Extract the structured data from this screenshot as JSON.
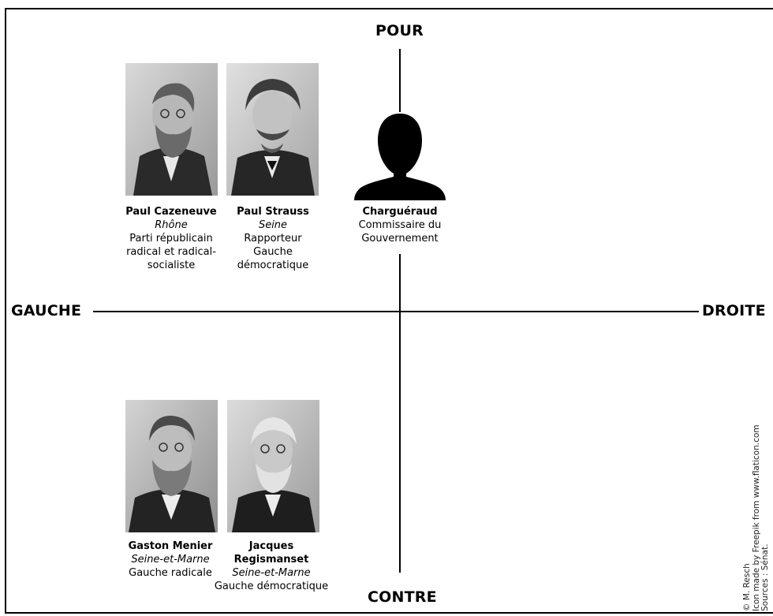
{
  "axes": {
    "top": "POUR",
    "bottom": "CONTRE",
    "left": "GAUCHE",
    "right": "DROITE"
  },
  "persons": [
    {
      "name": "Paul Cazeneuve",
      "department": "Rhône",
      "affiliation": "Parti républicain radical et radical-socialiste",
      "quadrant": "pour-gauche"
    },
    {
      "name": "Paul Strauss",
      "department": "Seine",
      "role": "Rapporteur",
      "affiliation": "Gauche démocratique",
      "quadrant": "pour-gauche"
    },
    {
      "name": "Charguéraud",
      "affiliation": "Commissaire du Gouvernement",
      "quadrant": "pour-centre"
    },
    {
      "name": "Gaston Menier",
      "department": "Seine-et-Marne",
      "affiliation": "Gauche radicale",
      "quadrant": "contre-gauche"
    },
    {
      "name": "Jacques Regismanset",
      "department": "Seine-et-Marne",
      "affiliation": "Gauche démocratique",
      "quadrant": "contre-gauche"
    }
  ],
  "credits": {
    "copyright": "© M. Resch",
    "icon": "Icon made by Freepik from www.flaticon.com",
    "sources": "Sources : Sénat."
  }
}
